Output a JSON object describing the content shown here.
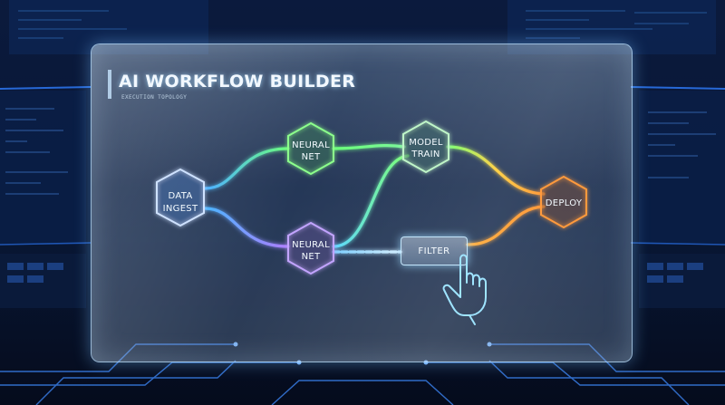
{
  "panel": {
    "title": "AI WORKFLOW BUILDER",
    "subtitle": "EXECUTION TOPOLOGY"
  },
  "workflow": {
    "nodes": [
      {
        "id": "data-ingest",
        "line1": "DATA",
        "line2": "INGEST",
        "color": "#a9c9ff"
      },
      {
        "id": "neural-net-top",
        "line1": "NEURAL",
        "line2": "NET",
        "color": "#86ff86"
      },
      {
        "id": "model-train",
        "line1": "MODEL",
        "line2": "TRAIN",
        "color": "#9ef0a8"
      },
      {
        "id": "deploy",
        "line1": "DEPLOY",
        "line2": "",
        "color": "#ff9a3c"
      },
      {
        "id": "neural-net-bottom",
        "line1": "NEURAL",
        "line2": "NET",
        "color": "#b892ff"
      }
    ],
    "filter_button": "FILTER"
  },
  "colors": {
    "cyan": "#38d6ff",
    "green": "#6bff7a",
    "orange": "#ffa43a",
    "purple": "#b07cff",
    "background": "#060d1f"
  }
}
